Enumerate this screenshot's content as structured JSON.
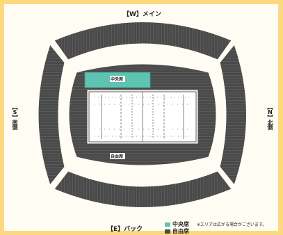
{
  "labels": {
    "west": "【W】メイン",
    "east": "【E】バック",
    "south": "【S】南側",
    "north": "【N】北側",
    "center_top": "中央席",
    "center_bottom": "自由席"
  },
  "legend": {
    "central_label": "中央席",
    "free_label": "自由席",
    "note": "※エリアは広がる場合がございます。"
  },
  "colors": {
    "frame": "#fcd97e",
    "panel": "#fffdf3",
    "stand_dark": "#4a4a4a",
    "central": "#5fc3b1",
    "field": "#ffffff"
  }
}
